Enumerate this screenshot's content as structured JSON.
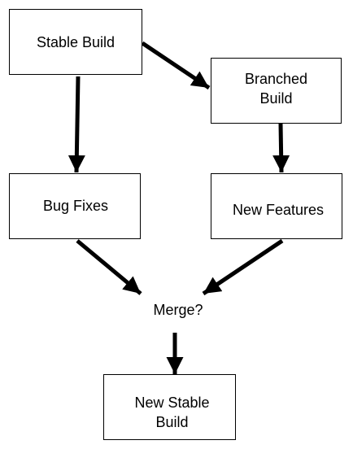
{
  "diagram": {
    "type": "flowchart",
    "nodes": [
      {
        "id": "stable",
        "label": "Stable Build",
        "shape": "rectangle"
      },
      {
        "id": "branched",
        "label": "Branched\nBuild",
        "shape": "rectangle"
      },
      {
        "id": "bugs",
        "label": "Bug Fixes",
        "shape": "rectangle"
      },
      {
        "id": "features",
        "label": "New Features",
        "shape": "rectangle"
      },
      {
        "id": "merge",
        "label": "Merge?",
        "shape": "text"
      },
      {
        "id": "newstable",
        "label": "New Stable\nBuild",
        "shape": "rectangle"
      }
    ],
    "edges": [
      {
        "from": "stable",
        "to": "branched"
      },
      {
        "from": "stable",
        "to": "bugs"
      },
      {
        "from": "branched",
        "to": "features"
      },
      {
        "from": "bugs",
        "to": "merge"
      },
      {
        "from": "features",
        "to": "merge"
      },
      {
        "from": "merge",
        "to": "newstable"
      }
    ],
    "colors": {
      "stroke": "#000000",
      "fill": "#ffffff",
      "text": "#000000"
    }
  }
}
